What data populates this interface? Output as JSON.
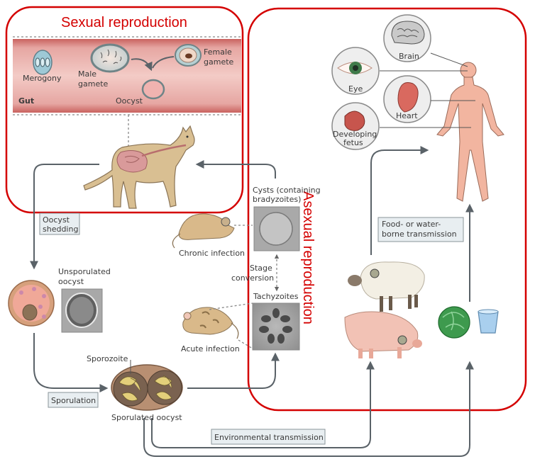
{
  "sections": {
    "sexual": "Sexual reproduction",
    "asexual": "Asexual reproduction"
  },
  "gut": {
    "gut_label": "Gut",
    "merogony": "Merogony",
    "male_gamete": [
      "Male",
      "gamete"
    ],
    "female_gamete": [
      "Female",
      "gamete"
    ],
    "oocyst": "Oocyst"
  },
  "cycle": {
    "oocyst_shedding": [
      "Oocyst",
      "shedding"
    ],
    "unsporulated": [
      "Unsporulated",
      "oocyst"
    ],
    "sporulation": "Sporulation",
    "sporozoite": "Sporozoite",
    "sporulated_oocyst": "Sporulated oocyst",
    "environmental": "Environmental transmission"
  },
  "intermediate": {
    "cysts": [
      "Cysts (containing",
      "bradyzoites)"
    ],
    "chronic": "Chronic infection",
    "stage_conversion": [
      "Stage",
      "conversion"
    ],
    "tachyzoites": "Tachyzoites",
    "acute": "Acute infection",
    "food_water": [
      "Food- or water-",
      "borne transmission"
    ]
  },
  "human": {
    "brain": "Brain",
    "eye": "Eye",
    "heart": "Heart",
    "fetus": [
      "Developing",
      "fetus"
    ]
  },
  "colors": {
    "section_outline": "#d40000",
    "flow_arrow": "#5a6268",
    "gut_band": "#d98c8a",
    "label_box": "#e8eef1",
    "cat_fill": "#d9bf92",
    "human_skin": "#f2b5a0"
  }
}
